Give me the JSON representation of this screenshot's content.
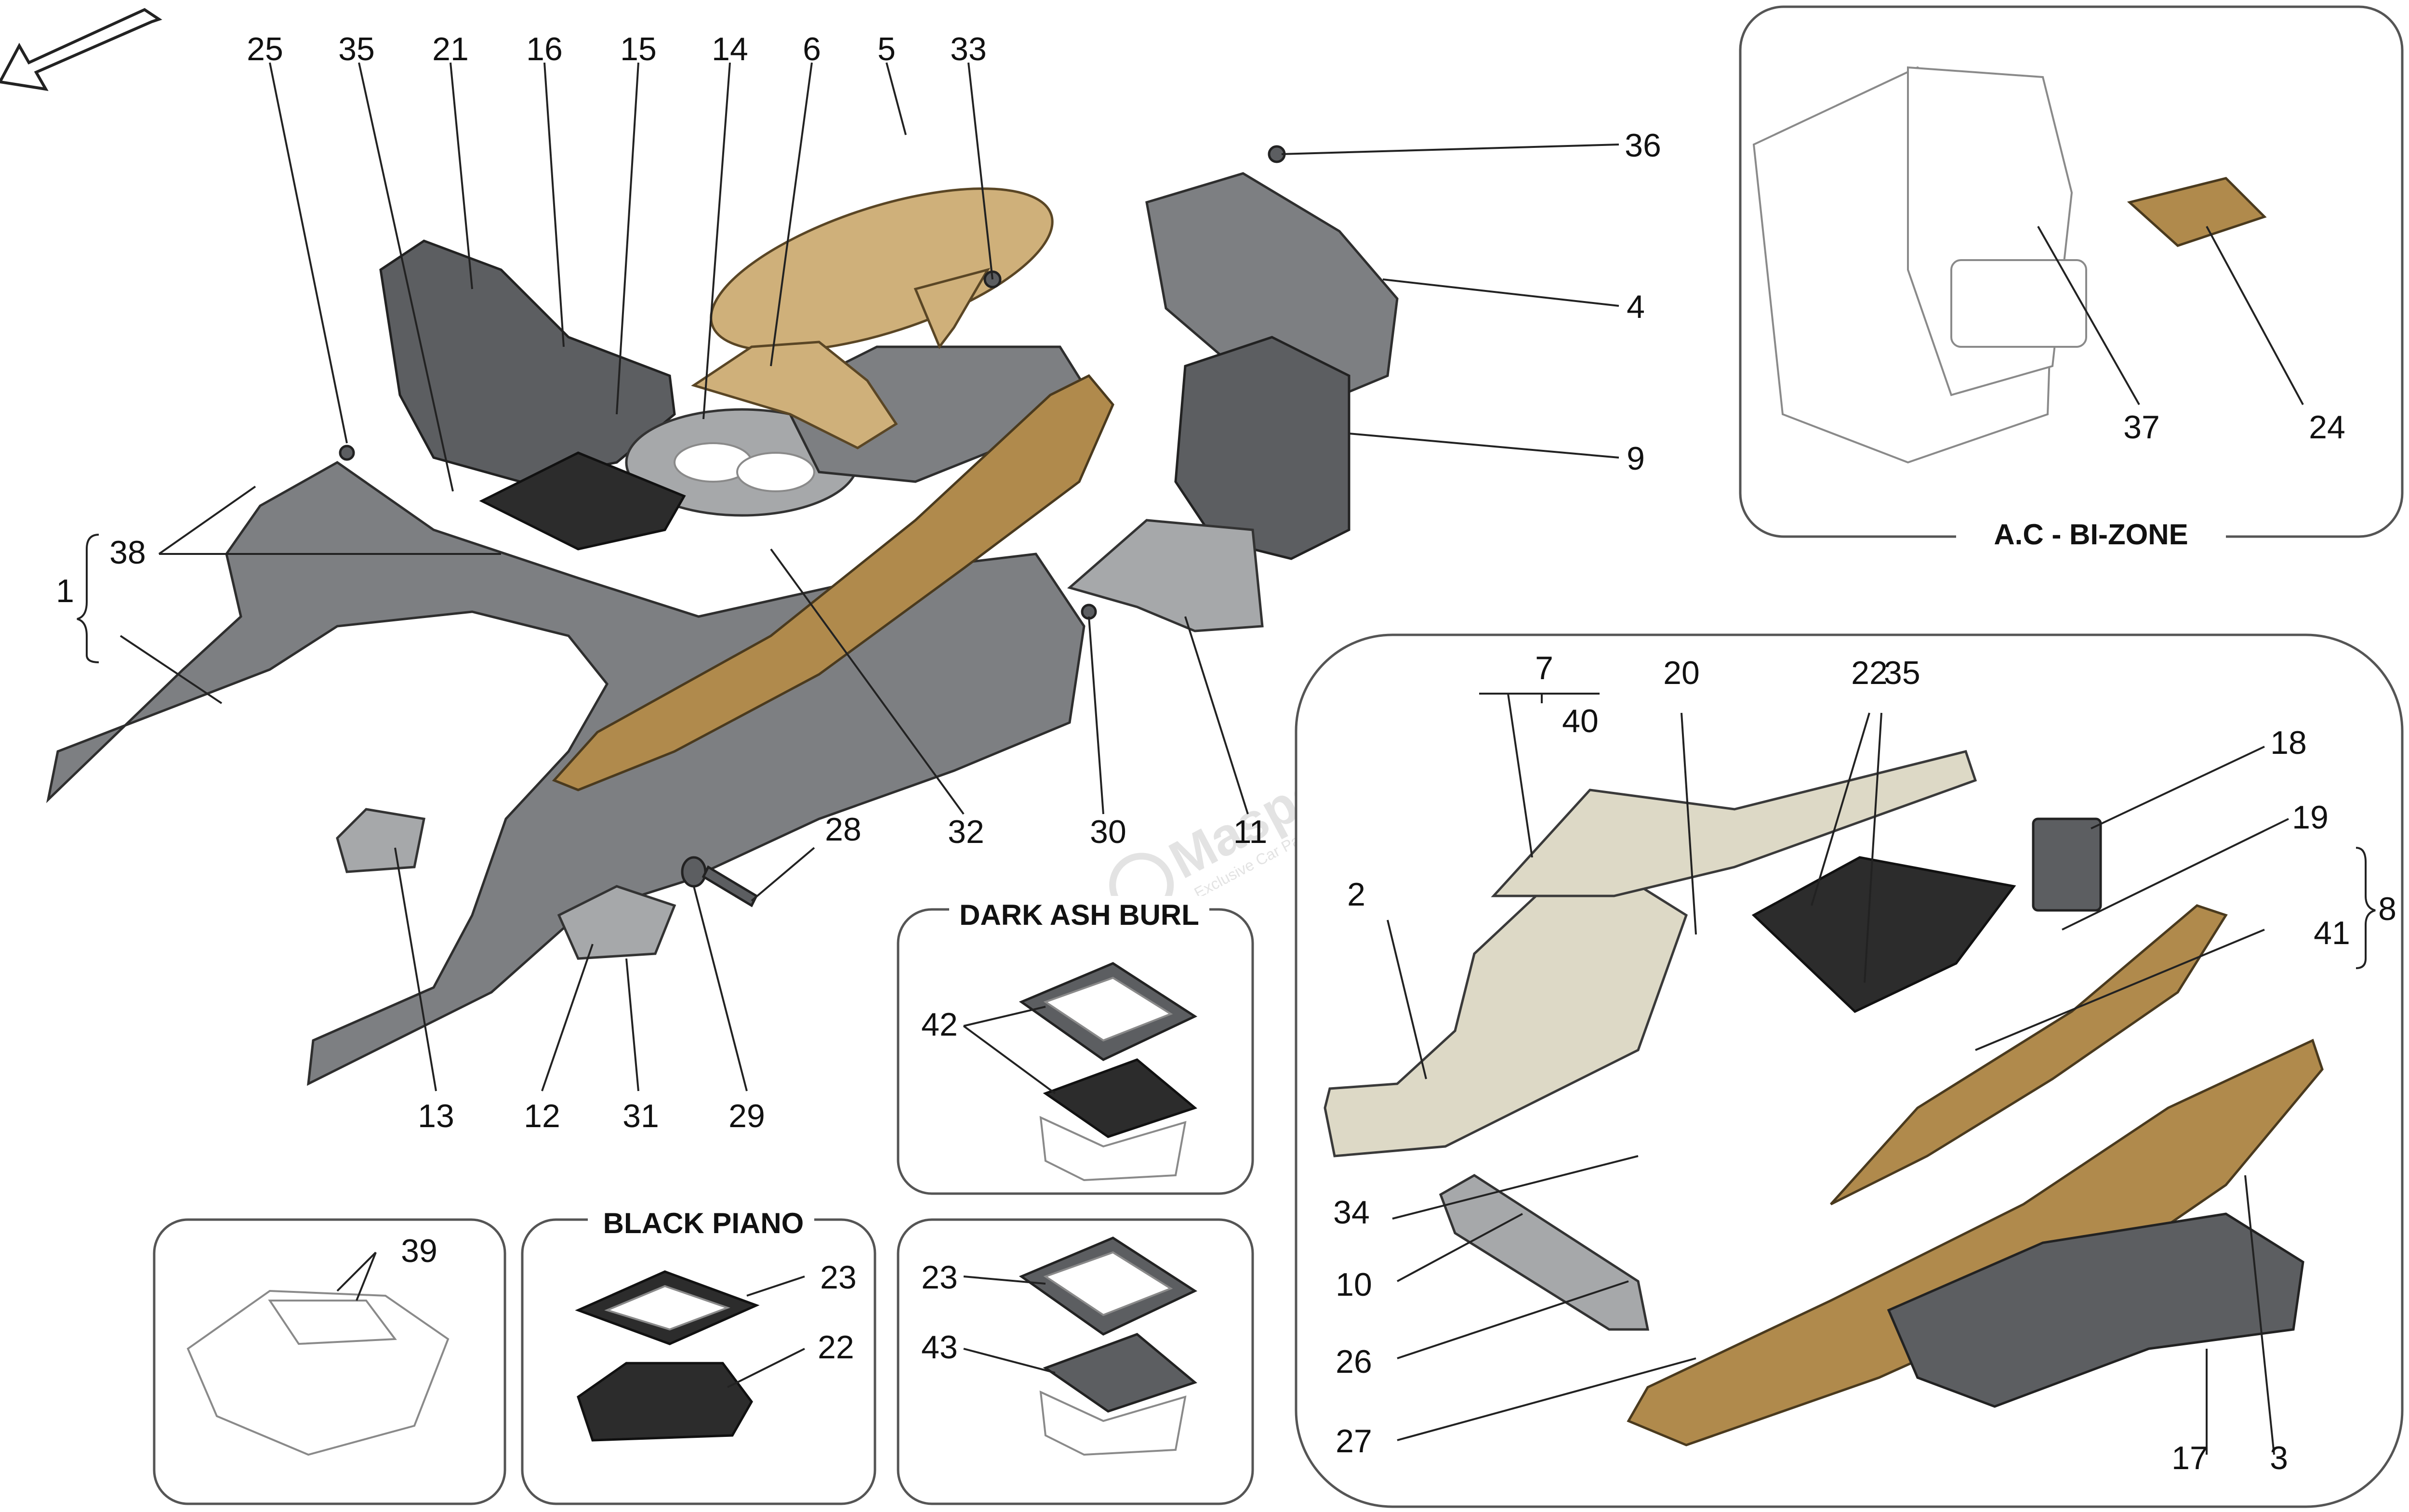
{
  "panels": {
    "ac_bi_zone": {
      "title": "A.C - BI-ZONE"
    },
    "dark_ash_burl": {
      "title": "DARK ASH BURL"
    },
    "black_piano": {
      "title": "BLACK PIANO"
    }
  },
  "callouts": {
    "c25": "25",
    "c35a": "35",
    "c21": "21",
    "c16": "16",
    "c15": "15",
    "c14": "14",
    "c6": "6",
    "c5": "5",
    "c33": "33",
    "c36": "36",
    "c4": "4",
    "c9": "9",
    "c37": "37",
    "c24": "24",
    "c38": "38",
    "c1": "1",
    "c32": "32",
    "c30": "30",
    "c11": "11",
    "c28": "28",
    "c13": "13",
    "c12": "12",
    "c31": "31",
    "c29": "29",
    "c42": "42",
    "c39": "39",
    "c23a": "23",
    "c22a": "22",
    "c23b": "23",
    "c43": "43",
    "c7": "7",
    "c40": "40",
    "c20": "20",
    "c22b": "22",
    "c35b": "35",
    "c18": "18",
    "c19": "19",
    "c8": "8",
    "c41": "41",
    "c2": "2",
    "c34": "34",
    "c10": "10",
    "c26": "26",
    "c27": "27",
    "c17": "17",
    "c3": "3"
  },
  "watermark": {
    "brand": "Masparts",
    "tagline": "Exclusive Car Parts Specialist"
  },
  "colors": {
    "trim_tan": "#b08a4c",
    "structure_grey": "#7d7f82",
    "panel_border": "#555555"
  }
}
